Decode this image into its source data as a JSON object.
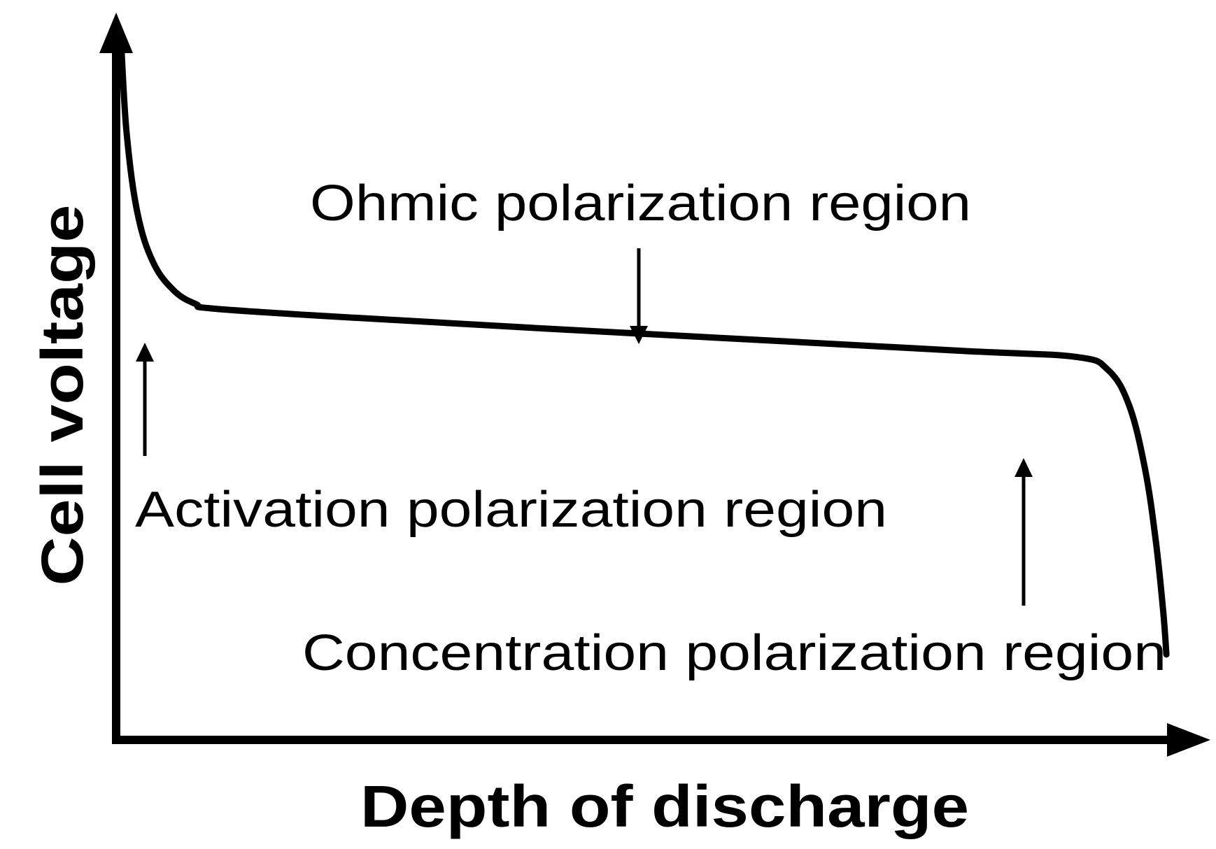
{
  "chart_data": {
    "type": "line",
    "title": "",
    "xlabel": "Depth of discharge",
    "ylabel": "Cell voltage",
    "xlim": [
      0,
      1
    ],
    "ylim": [
      0,
      1
    ],
    "grid": false,
    "ticks": false,
    "series": [
      {
        "x": [
          0.005,
          0.01,
          0.02,
          0.035,
          0.055,
          0.075,
          0.09,
          0.2,
          0.4,
          0.6,
          0.8,
          0.9,
          0.93,
          0.95,
          0.965,
          0.975,
          0.982,
          0.985
        ],
        "y": [
          0.97,
          0.85,
          0.74,
          0.67,
          0.63,
          0.612,
          0.606,
          0.595,
          0.578,
          0.562,
          0.546,
          0.538,
          0.52,
          0.47,
          0.38,
          0.28,
          0.18,
          0.12
        ]
      }
    ],
    "annotations": [
      {
        "text": "Ohmic polarization region",
        "arrow_direction": "down"
      },
      {
        "text": "Activation polarization region",
        "arrow_direction": "up"
      },
      {
        "text": "Concentration polarization region",
        "arrow_direction": "up"
      }
    ],
    "colors": {
      "line": "#000000",
      "axis": "#000000",
      "background": "#ffffff"
    }
  }
}
